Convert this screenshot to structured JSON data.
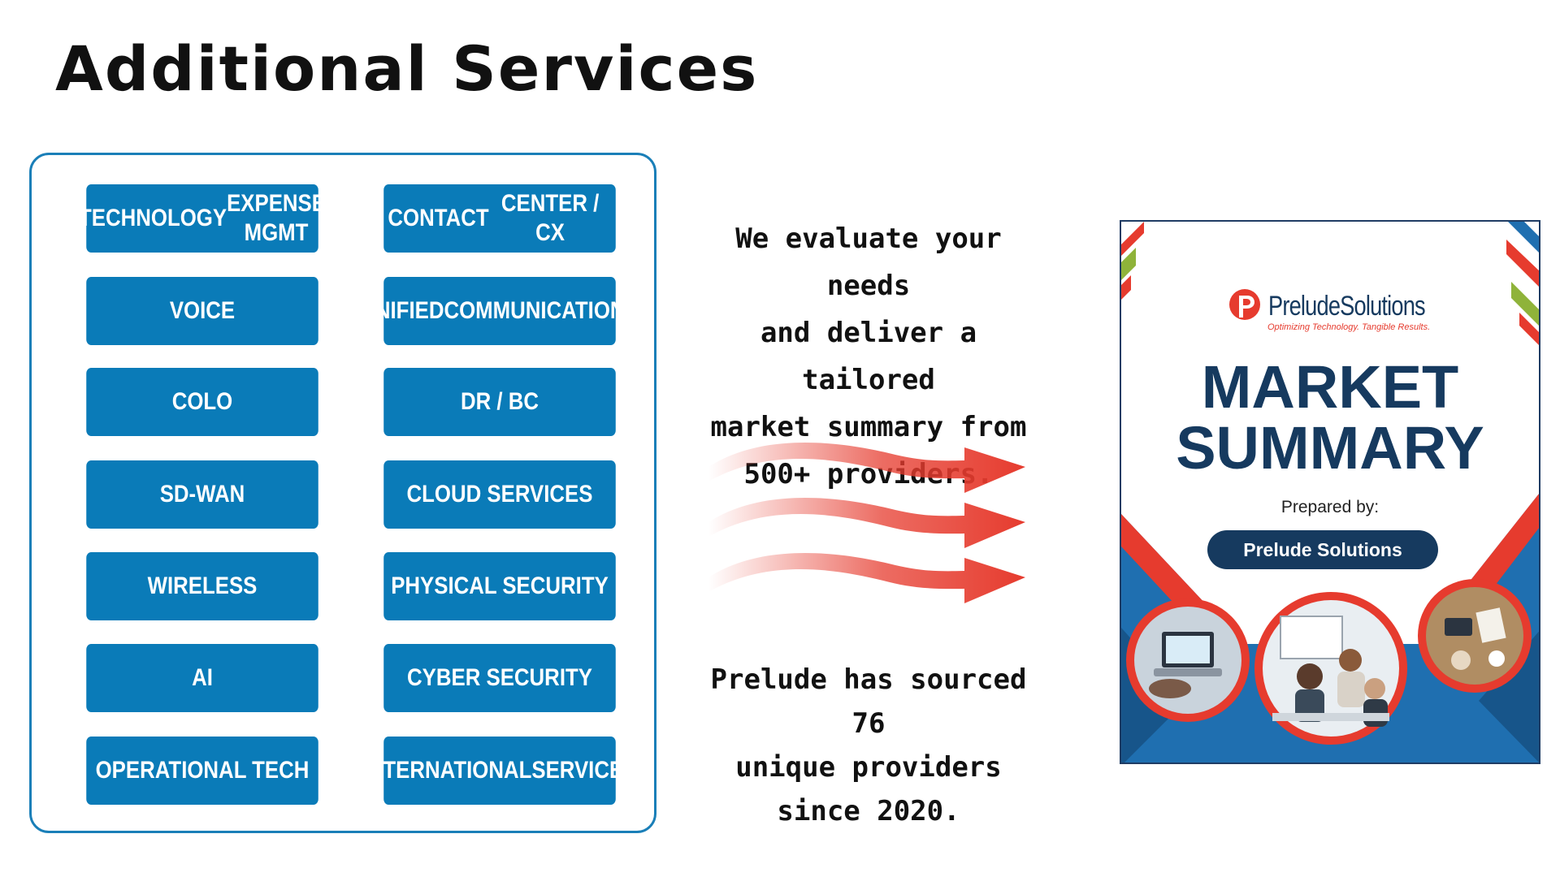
{
  "title": "Additional Services",
  "services": [
    {
      "lines": [
        "TECHNOLOGY",
        "EXPENSE MGMT"
      ]
    },
    {
      "lines": [
        "CONTACT",
        "CENTER / CX"
      ]
    },
    {
      "lines": [
        "VOICE"
      ]
    },
    {
      "lines": [
        "UNIFIED",
        "COMMUNICATIONS"
      ]
    },
    {
      "lines": [
        "COLO"
      ]
    },
    {
      "lines": [
        "DR / BC"
      ]
    },
    {
      "lines": [
        "SD-WAN"
      ]
    },
    {
      "lines": [
        "CLOUD SERVICES"
      ]
    },
    {
      "lines": [
        "WIRELESS"
      ]
    },
    {
      "lines": [
        "PHYSICAL SECURITY"
      ]
    },
    {
      "lines": [
        "AI"
      ]
    },
    {
      "lines": [
        "CYBER SECURITY"
      ]
    },
    {
      "lines": [
        "OPERATIONAL TECH"
      ]
    },
    {
      "lines": [
        "INTERNATIONAL",
        "SERVICES"
      ]
    }
  ],
  "blurb_top": [
    "We evaluate your needs",
    "and deliver a tailored",
    "market summary from",
    "500+ providers."
  ],
  "blurb_bottom": [
    "Prelude has sourced 76",
    "unique providers since 2020."
  ],
  "cover": {
    "brand": "PreludeSolutions",
    "tagline": "Optimizing Technology. Tangible Results.",
    "heading": [
      "MARKET",
      "SUMMARY"
    ],
    "prepared_by": "Prepared by:",
    "company": "Prelude Solutions"
  },
  "colors": {
    "button_blue": "#0a7bb8",
    "navy": "#163a5f",
    "accent_red": "#e63b2e",
    "accent_green": "#8fb33a"
  },
  "icons": [
    "arrow-right-icon",
    "prelude-logo-icon"
  ]
}
